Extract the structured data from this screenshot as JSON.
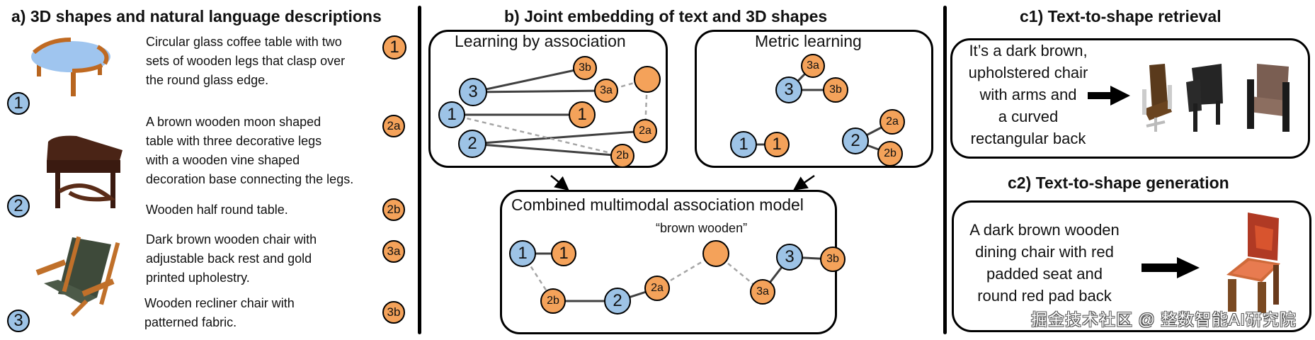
{
  "colors": {
    "shape_node": "#9dc3e6",
    "text_node": "#f4a25a",
    "solid_edge": "#404040",
    "dashed_edge": "#a6a6a6"
  },
  "panel_a": {
    "title": "a) 3D shapes and natural language descriptions",
    "shapes": [
      {
        "id": "1",
        "label": "1",
        "image": "glass-coffee-table"
      },
      {
        "id": "2",
        "label": "2",
        "image": "half-round-wooden-table"
      },
      {
        "id": "3",
        "label": "3",
        "image": "wooden-recliner-chair"
      }
    ],
    "descriptions": [
      {
        "id": "1",
        "lines": [
          "Circular glass coffee table with two",
          "sets of wooden legs that clasp over",
          "the round glass edge."
        ]
      },
      {
        "id": "2a",
        "lines": [
          "A brown wooden moon shaped",
          "table with three decorative legs",
          "with a wooden vine shaped",
          "decoration base connecting the legs."
        ]
      },
      {
        "id": "2b",
        "lines": [
          "Wooden half round table."
        ]
      },
      {
        "id": "3a",
        "lines": [
          "Dark brown wooden chair with",
          "adjustable back rest and gold",
          "printed upholestry."
        ]
      },
      {
        "id": "3b",
        "lines": [
          "Wooden recliner chair with",
          "patterned fabric."
        ]
      }
    ]
  },
  "panel_b": {
    "title": "b) Joint embedding of text and 3D shapes",
    "association": {
      "title": "Learning by association",
      "nodes": [
        {
          "id": "s3",
          "label": "3",
          "type": "shape"
        },
        {
          "id": "s1",
          "label": "1",
          "type": "shape"
        },
        {
          "id": "s2",
          "label": "2",
          "type": "shape"
        },
        {
          "id": "t3b",
          "label": "3b",
          "type": "text"
        },
        {
          "id": "t3a",
          "label": "3a",
          "type": "text"
        },
        {
          "id": "tbw",
          "label": "",
          "type": "text"
        },
        {
          "id": "t1",
          "label": "1",
          "type": "text"
        },
        {
          "id": "t2a",
          "label": "2a",
          "type": "text"
        },
        {
          "id": "t2b",
          "label": "2b",
          "type": "text"
        }
      ],
      "edges": [
        {
          "from": "s3",
          "to": "t3b",
          "style": "solid"
        },
        {
          "from": "s3",
          "to": "t3a",
          "style": "solid"
        },
        {
          "from": "s1",
          "to": "t1",
          "style": "solid"
        },
        {
          "from": "s2",
          "to": "t2a",
          "style": "solid"
        },
        {
          "from": "s2",
          "to": "t2b",
          "style": "solid"
        },
        {
          "from": "s1",
          "to": "t2b",
          "style": "dashed"
        },
        {
          "from": "t3a",
          "to": "tbw",
          "style": "dashed"
        },
        {
          "from": "tbw",
          "to": "t2a",
          "style": "dashed"
        }
      ]
    },
    "metric": {
      "title": "Metric learning",
      "nodes": [
        {
          "id": "t3a",
          "label": "3a",
          "type": "text"
        },
        {
          "id": "s3",
          "label": "3",
          "type": "shape"
        },
        {
          "id": "t3b",
          "label": "3b",
          "type": "text"
        },
        {
          "id": "s1",
          "label": "1",
          "type": "shape"
        },
        {
          "id": "t1",
          "label": "1",
          "type": "text"
        },
        {
          "id": "t2a",
          "label": "2a",
          "type": "text"
        },
        {
          "id": "s2",
          "label": "2",
          "type": "shape"
        },
        {
          "id": "t2b",
          "label": "2b",
          "type": "text"
        }
      ],
      "edges": [
        {
          "from": "s3",
          "to": "t3a",
          "style": "solid"
        },
        {
          "from": "s3",
          "to": "t3b",
          "style": "solid"
        },
        {
          "from": "s1",
          "to": "t1",
          "style": "solid"
        },
        {
          "from": "s2",
          "to": "t2a",
          "style": "solid"
        },
        {
          "from": "s2",
          "to": "t2b",
          "style": "solid"
        }
      ]
    },
    "combined": {
      "title": "Combined multimodal association model",
      "annotation": "“brown wooden”",
      "nodes": [
        {
          "id": "s1",
          "label": "1",
          "type": "shape"
        },
        {
          "id": "t1",
          "label": "1",
          "type": "text"
        },
        {
          "id": "t2b",
          "label": "2b",
          "type": "text"
        },
        {
          "id": "s2",
          "label": "2",
          "type": "shape"
        },
        {
          "id": "t2a",
          "label": "2a",
          "type": "text"
        },
        {
          "id": "tbw",
          "label": "",
          "type": "text"
        },
        {
          "id": "t3a",
          "label": "3a",
          "type": "text"
        },
        {
          "id": "s3",
          "label": "3",
          "type": "shape"
        },
        {
          "id": "t3b",
          "label": "3b",
          "type": "text"
        }
      ],
      "edges": [
        {
          "from": "s1",
          "to": "t1",
          "style": "solid"
        },
        {
          "from": "s1",
          "to": "t2b",
          "style": "dashed"
        },
        {
          "from": "t2b",
          "to": "s2",
          "style": "solid"
        },
        {
          "from": "s2",
          "to": "t2a",
          "style": "solid"
        },
        {
          "from": "t2a",
          "to": "tbw",
          "style": "dashed"
        },
        {
          "from": "tbw",
          "to": "t3a",
          "style": "dashed"
        },
        {
          "from": "t3a",
          "to": "s3",
          "style": "solid"
        },
        {
          "from": "s3",
          "to": "t3b",
          "style": "solid"
        }
      ]
    }
  },
  "panel_c1": {
    "title": "c1) Text-to-shape retrieval",
    "query_lines": [
      "It’s a dark brown,",
      "upholstered chair",
      "with arms and",
      "a curved",
      "rectangular back"
    ],
    "results": [
      "brown-office-chair",
      "black-chair",
      "brown-armchair"
    ]
  },
  "panel_c2": {
    "title": "c2) Text-to-shape generation",
    "query_lines": [
      "A dark brown wooden",
      "dining chair with red",
      "padded seat and",
      "round red pad back"
    ],
    "result": "generated-red-wooden-chair"
  },
  "watermark": "掘金技术社区 @ 整数智能AI研究院"
}
